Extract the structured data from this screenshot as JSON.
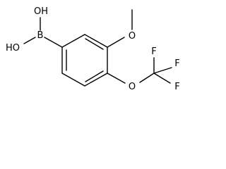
{
  "molecule": {
    "atoms": {
      "oh_top": "OH",
      "oh_left": "HO",
      "boron": "B",
      "methoxy_oxygen": "O",
      "ether_oxygen": "O",
      "fluorine_top": "F",
      "fluorine_right": "F",
      "fluorine_bottom": "F"
    }
  }
}
